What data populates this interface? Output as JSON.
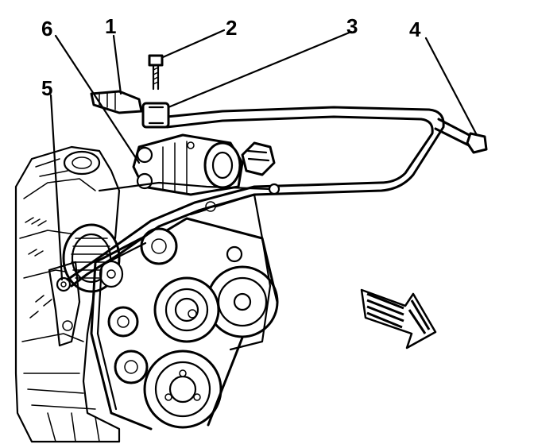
{
  "callouts": [
    {
      "id": "1",
      "label": "1"
    },
    {
      "id": "2",
      "label": "2"
    },
    {
      "id": "3",
      "label": "3"
    },
    {
      "id": "4",
      "label": "4"
    },
    {
      "id": "5",
      "label": "5"
    },
    {
      "id": "6",
      "label": "6"
    }
  ],
  "icons": {
    "direction_arrow": "forward-direction-arrow-icon"
  },
  "colors": {
    "line": "#000000",
    "background": "#ffffff"
  }
}
